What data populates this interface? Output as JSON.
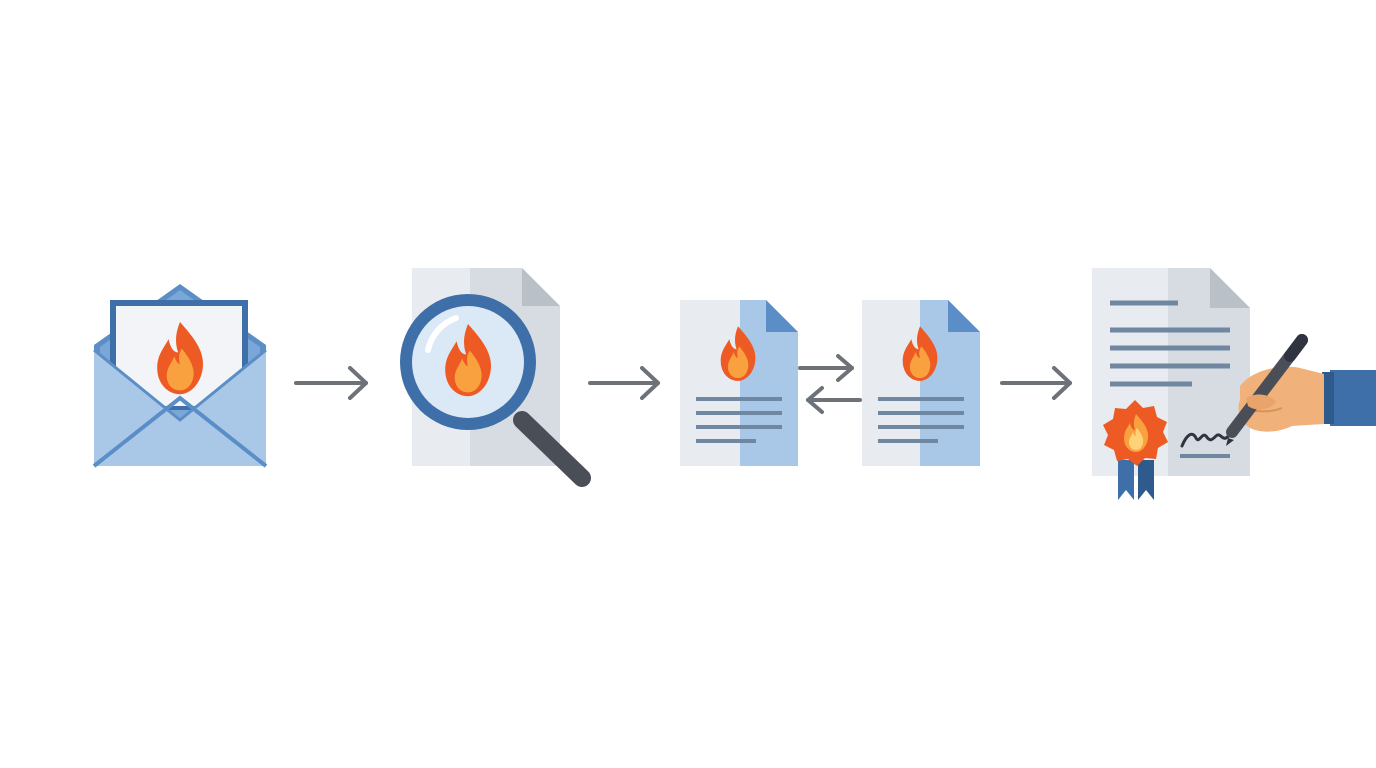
{
  "diagram": {
    "type": "process-flow",
    "direction": "left-to-right",
    "steps": [
      {
        "icon": "envelope-with-flame-letter-icon"
      },
      {
        "icon": "document-magnifier-flame-icon"
      },
      {
        "icon": "document-flame-icon"
      },
      {
        "icon": "document-flame-icon"
      },
      {
        "icon": "signed-certificate-with-seal-icon"
      }
    ],
    "connectors": [
      {
        "type": "arrow-right"
      },
      {
        "type": "arrow-right"
      },
      {
        "type": "bidirectional-arrows"
      },
      {
        "type": "arrow-right"
      }
    ]
  },
  "colors": {
    "background": "#ffffff",
    "blue_dark": "#3e6fa8",
    "blue_light": "#a9c8e8",
    "blue_mid": "#5b8ec7",
    "paper": "#e8ecf0",
    "paper_shadow": "#d7dce2",
    "flame_outer": "#ee5a24",
    "flame_inner": "#f9a03f",
    "arrow": "#6c7278",
    "text_line": "#6f87a0",
    "hand": "#f0b27a",
    "pen": "#4a4f57"
  }
}
